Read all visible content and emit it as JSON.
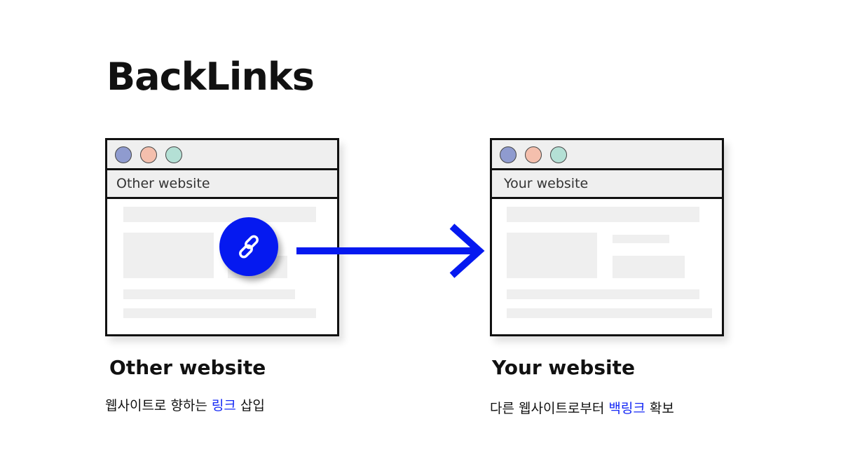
{
  "title": "BackLinks",
  "colors": {
    "accent": "#0519f0",
    "dot1": "#8f9bcf",
    "dot2": "#f4bfad",
    "dot3": "#b4e0d5"
  },
  "left": {
    "url_label": "Other website",
    "caption_title": "Other website",
    "caption_pre": "웹사이트로 향하는 ",
    "caption_highlight": "링크",
    "caption_post": " 삽입",
    "icon": "link-icon"
  },
  "right": {
    "url_label": "Your website",
    "caption_title": "Your website",
    "caption_pre": "다른 웹사이트로부터 ",
    "caption_highlight": "백링크",
    "caption_post": " 확보"
  }
}
